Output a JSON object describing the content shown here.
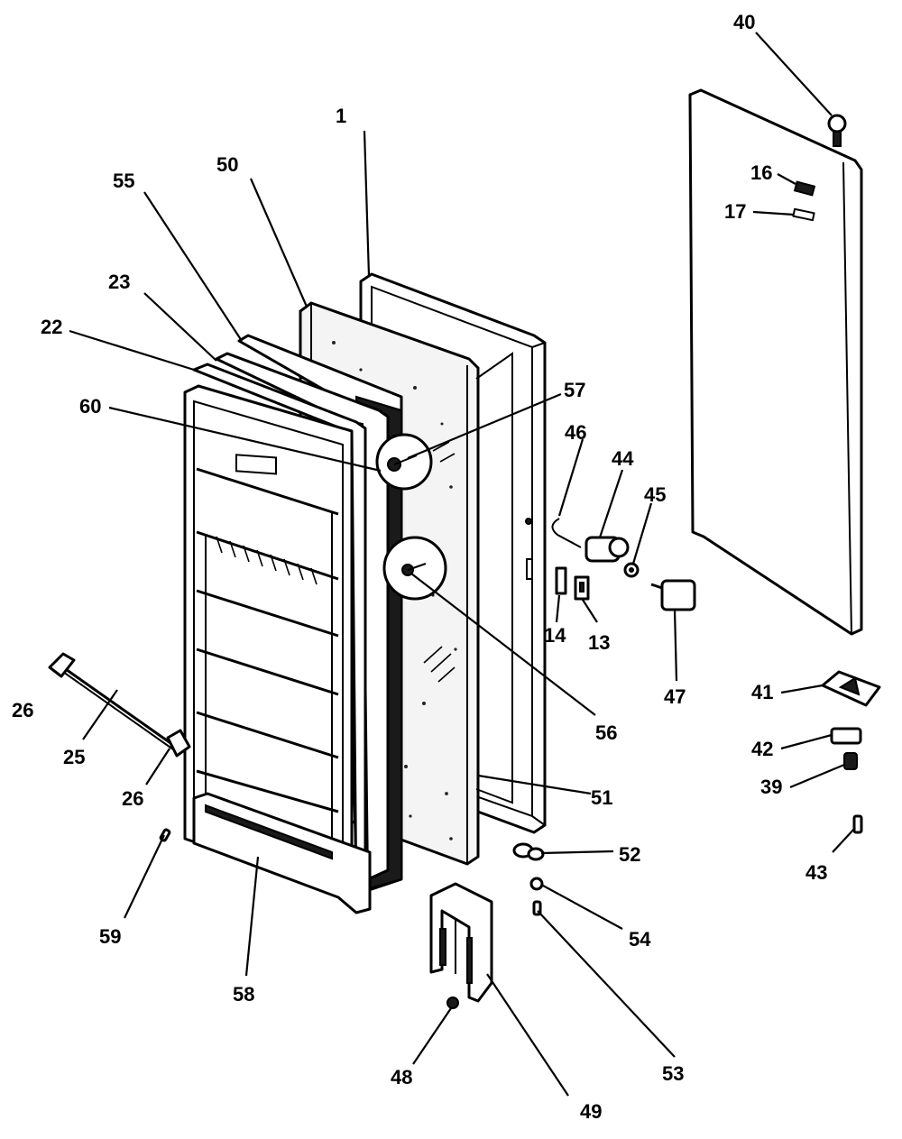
{
  "diagram": {
    "callouts": [
      {
        "id": "1",
        "label": "1"
      },
      {
        "id": "50",
        "label": "50"
      },
      {
        "id": "55",
        "label": "55"
      },
      {
        "id": "23",
        "label": "23"
      },
      {
        "id": "22",
        "label": "22"
      },
      {
        "id": "60",
        "label": "60"
      },
      {
        "id": "57",
        "label": "57"
      },
      {
        "id": "46",
        "label": "46"
      },
      {
        "id": "44",
        "label": "44"
      },
      {
        "id": "45",
        "label": "45"
      },
      {
        "id": "14",
        "label": "14"
      },
      {
        "id": "13",
        "label": "13"
      },
      {
        "id": "47",
        "label": "47"
      },
      {
        "id": "56",
        "label": "56"
      },
      {
        "id": "26a",
        "label": "26"
      },
      {
        "id": "25",
        "label": "25"
      },
      {
        "id": "26b",
        "label": "26"
      },
      {
        "id": "59",
        "label": "59"
      },
      {
        "id": "58",
        "label": "58"
      },
      {
        "id": "51",
        "label": "51"
      },
      {
        "id": "52",
        "label": "52"
      },
      {
        "id": "54",
        "label": "54"
      },
      {
        "id": "53",
        "label": "53"
      },
      {
        "id": "48",
        "label": "48"
      },
      {
        "id": "49",
        "label": "49"
      },
      {
        "id": "40",
        "label": "40"
      },
      {
        "id": "16",
        "label": "16"
      },
      {
        "id": "17",
        "label": "17"
      },
      {
        "id": "41",
        "label": "41"
      },
      {
        "id": "42",
        "label": "42"
      },
      {
        "id": "39",
        "label": "39"
      },
      {
        "id": "43",
        "label": "43"
      }
    ]
  }
}
